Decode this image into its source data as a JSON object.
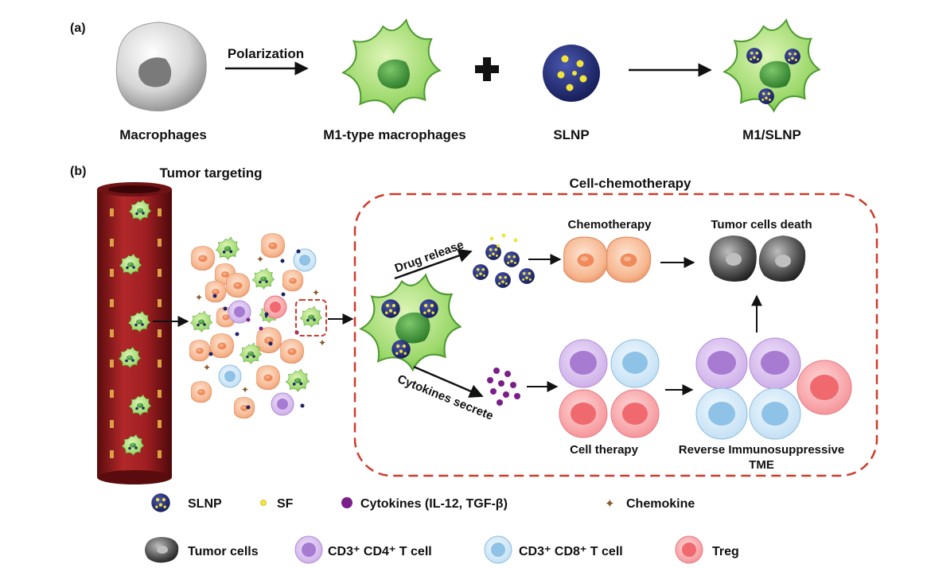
{
  "panel_a": {
    "tag": "(a)",
    "labels": {
      "macrophages": "Macrophages",
      "m1": "M1-type macrophages",
      "slnp": "SLNP",
      "m1_slnp": "M1/SLNP"
    },
    "arrow_label": "Polarization"
  },
  "panel_b": {
    "tag": "(b)",
    "tumor_targeting": "Tumor targeting",
    "cell_chemotherapy": "Cell-chemotherapy",
    "drug_release": "Drug release",
    "cytokines_secrete": "Cytokines secrete",
    "chemotherapy": "Chemotherapy",
    "tumor_death": "Tumor cells death",
    "cell_therapy": "Cell therapy",
    "reverse_line1": "Reverse Immunosuppressive",
    "reverse_line2": "TME"
  },
  "legend": {
    "slnp": "SLNP",
    "sf": "SF",
    "cytokines": "Cytokines (IL-12, TGF-β)",
    "chemokine": "Chemokine",
    "tumor_cells": "Tumor cells",
    "cd4": "CD3⁺ CD4⁺ T cell",
    "cd8": "CD3⁺ CD8⁺ T cell",
    "treg": "Treg"
  },
  "colors": {
    "macrophage_green": "#9bd86a",
    "nucleus_green": "#3f9a3a",
    "slnp_blue": "#232e7a",
    "sf_yellow": "#f2e43a",
    "tumor_orange": "#f6b68e",
    "cytokine_purple": "#7a1f8a",
    "cd4_purple": "#c9a8e6",
    "cd8_blue": "#bcdcf2",
    "treg_pink": "#f7a0a4",
    "vessel_red": "#8f1a1c",
    "dash_red": "#d03a2a"
  }
}
